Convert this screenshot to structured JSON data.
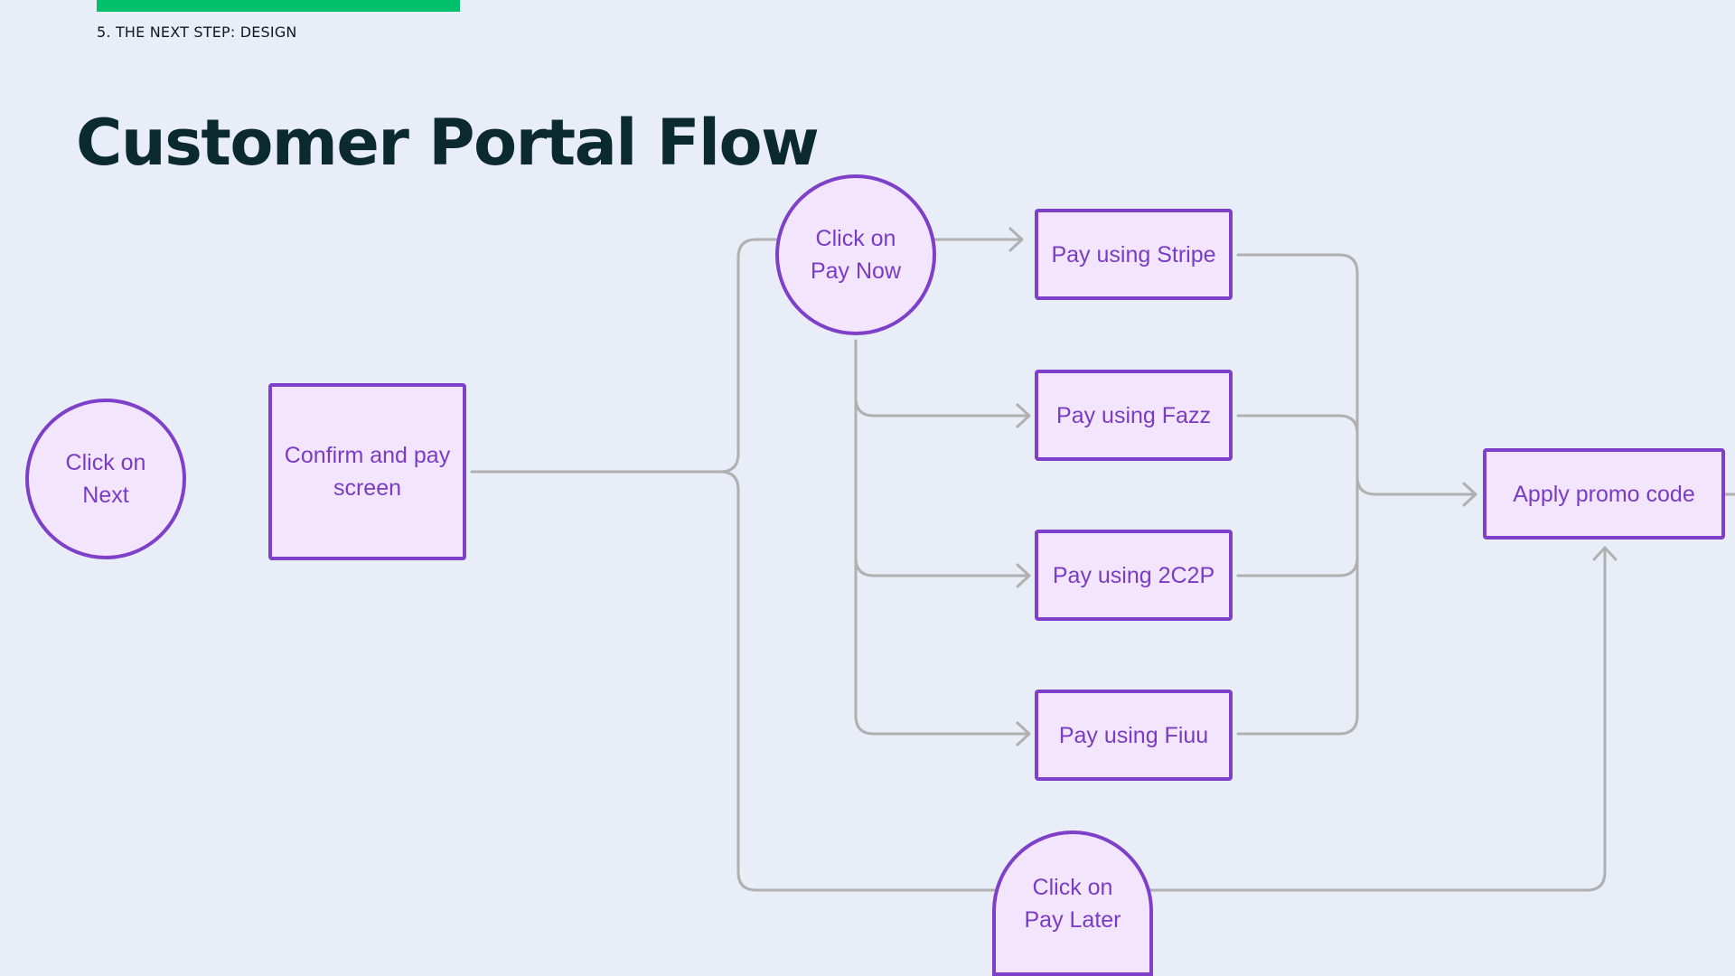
{
  "header": {
    "section_label": "5. THE NEXT STEP: DESIGN",
    "title": "Customer Portal Flow",
    "accent_color": "#00c069"
  },
  "colors": {
    "node_fill": "#f2e5fd",
    "node_border": "#7e40c9",
    "node_text": "#7a3cc4",
    "connector": "#b0b0b0"
  },
  "nodes": {
    "click_next": "Click on\nNext",
    "confirm_pay": "Confirm and pay\nscreen",
    "pay_now": "Click on\nPay Now",
    "pay_later": "Click on\nPay Later",
    "stripe": "Pay using Stripe",
    "fazz": "Pay using Fazz",
    "twoc2p": "Pay using 2C2P",
    "fiuu": "Pay using Fiuu",
    "promo": "Apply promo code"
  }
}
